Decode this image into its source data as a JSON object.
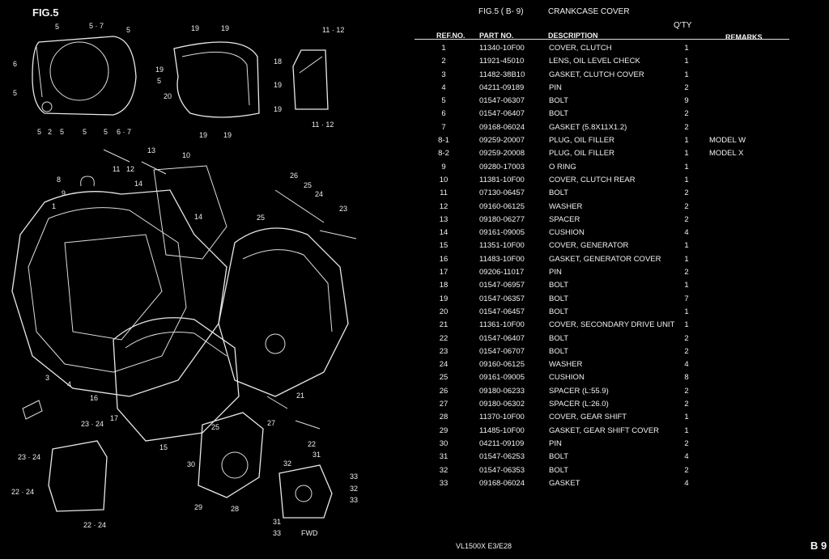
{
  "figure_label": "FIG.5",
  "header": {
    "fig_ref": "FIG.5  ( B- 9)",
    "title": "CRANKCASE COVER",
    "qty_label": "Q'TY",
    "columns": {
      "ref": "REF.NO.",
      "part": "PART NO.",
      "desc": "DESCRIPTION",
      "remarks": "REMARKS"
    }
  },
  "parts": [
    {
      "ref": "1",
      "part": "11340-10F00",
      "desc": "COVER, CLUTCH",
      "qty": "1",
      "remarks": ""
    },
    {
      "ref": "2",
      "part": "11921-45010",
      "desc": "LENS, OIL LEVEL CHECK",
      "qty": "1",
      "remarks": ""
    },
    {
      "ref": "3",
      "part": "11482-38B10",
      "desc": "GASKET, CLUTCH COVER",
      "qty": "1",
      "remarks": ""
    },
    {
      "ref": "4",
      "part": "04211-09189",
      "desc": "PIN",
      "qty": "2",
      "remarks": ""
    },
    {
      "ref": "5",
      "part": "01547-06307",
      "desc": "BOLT",
      "qty": "9",
      "remarks": ""
    },
    {
      "ref": "6",
      "part": "01547-06407",
      "desc": "BOLT",
      "qty": "2",
      "remarks": ""
    },
    {
      "ref": "7",
      "part": "09168-06024",
      "desc": "GASKET (5.8X11X1.2)",
      "qty": "2",
      "remarks": ""
    },
    {
      "ref": "8-1",
      "part": "09259-20007",
      "desc": "PLUG, OIL FILLER",
      "qty": "1",
      "remarks": "MODEL W"
    },
    {
      "ref": "8-2",
      "part": "09259-20008",
      "desc": "PLUG, OIL FILLER",
      "qty": "1",
      "remarks": "MODEL X"
    },
    {
      "ref": "9",
      "part": "09280-17003",
      "desc": "O RING",
      "qty": "1",
      "remarks": ""
    },
    {
      "ref": "10",
      "part": "11381-10F00",
      "desc": "COVER, CLUTCH REAR",
      "qty": "1",
      "remarks": ""
    },
    {
      "ref": "11",
      "part": "07130-06457",
      "desc": "BOLT",
      "qty": "2",
      "remarks": ""
    },
    {
      "ref": "12",
      "part": "09160-06125",
      "desc": "WASHER",
      "qty": "2",
      "remarks": ""
    },
    {
      "ref": "13",
      "part": "09180-06277",
      "desc": "SPACER",
      "qty": "2",
      "remarks": ""
    },
    {
      "ref": "14",
      "part": "09161-09005",
      "desc": "CUSHION",
      "qty": "4",
      "remarks": ""
    },
    {
      "ref": "15",
      "part": "11351-10F00",
      "desc": "COVER, GENERATOR",
      "qty": "1",
      "remarks": ""
    },
    {
      "ref": "16",
      "part": "11483-10F00",
      "desc": "GASKET, GENERATOR COVER",
      "qty": "1",
      "remarks": ""
    },
    {
      "ref": "17",
      "part": "09206-11017",
      "desc": "PIN",
      "qty": "2",
      "remarks": ""
    },
    {
      "ref": "18",
      "part": "01547-06957",
      "desc": "BOLT",
      "qty": "1",
      "remarks": ""
    },
    {
      "ref": "19",
      "part": "01547-06357",
      "desc": "BOLT",
      "qty": "7",
      "remarks": ""
    },
    {
      "ref": "20",
      "part": "01547-06457",
      "desc": "BOLT",
      "qty": "1",
      "remarks": ""
    },
    {
      "ref": "21",
      "part": "11361-10F00",
      "desc": "COVER, SECONDARY DRIVE UNIT",
      "qty": "1",
      "remarks": ""
    },
    {
      "ref": "22",
      "part": "01547-06407",
      "desc": "BOLT",
      "qty": "2",
      "remarks": ""
    },
    {
      "ref": "23",
      "part": "01547-06707",
      "desc": "BOLT",
      "qty": "2",
      "remarks": ""
    },
    {
      "ref": "24",
      "part": "09160-06125",
      "desc": "WASHER",
      "qty": "4",
      "remarks": ""
    },
    {
      "ref": "25",
      "part": "09161-09005",
      "desc": "CUSHION",
      "qty": "8",
      "remarks": ""
    },
    {
      "ref": "26",
      "part": "09180-06233",
      "desc": "SPACER (L:55.9)",
      "qty": "2",
      "remarks": ""
    },
    {
      "ref": "27",
      "part": "09180-06302",
      "desc": "SPACER (L:26.0)",
      "qty": "2",
      "remarks": ""
    },
    {
      "ref": "28",
      "part": "11370-10F00",
      "desc": "COVER, GEAR SHIFT",
      "qty": "1",
      "remarks": ""
    },
    {
      "ref": "29",
      "part": "11485-10F00",
      "desc": "GASKET, GEAR SHIFT COVER",
      "qty": "1",
      "remarks": ""
    },
    {
      "ref": "30",
      "part": "04211-09109",
      "desc": "PIN",
      "qty": "2",
      "remarks": ""
    },
    {
      "ref": "31",
      "part": "01547-06253",
      "desc": "BOLT",
      "qty": "4",
      "remarks": ""
    },
    {
      "ref": "32",
      "part": "01547-06353",
      "desc": "BOLT",
      "qty": "2",
      "remarks": ""
    },
    {
      "ref": "33",
      "part": "09168-06024",
      "desc": "GASKET",
      "qty": "4",
      "remarks": ""
    }
  ],
  "callouts": [
    "5",
    "5 · 7",
    "5",
    "6",
    "5",
    "5",
    "2",
    "5",
    "5",
    "5",
    "6 · 7",
    "19",
    "19",
    "19",
    "5",
    "18",
    "20",
    "19",
    "19",
    "19",
    "19",
    "11 · 12",
    "11 · 12",
    "13",
    "10",
    "11",
    "12",
    "14",
    "8",
    "9",
    "14",
    "26",
    "25",
    "24",
    "23",
    "25",
    "1",
    "3",
    "4",
    "16",
    "17",
    "21",
    "25",
    "27",
    "22",
    "15",
    "23 · 24",
    "23 · 24",
    "22 · 24",
    "22 · 24",
    "30",
    "29",
    "28",
    "32",
    "31",
    "33",
    "32",
    "33",
    "31",
    "33",
    "FWD"
  ],
  "footer": {
    "model": "VL1500X  E3/E28",
    "page": "B 9"
  }
}
